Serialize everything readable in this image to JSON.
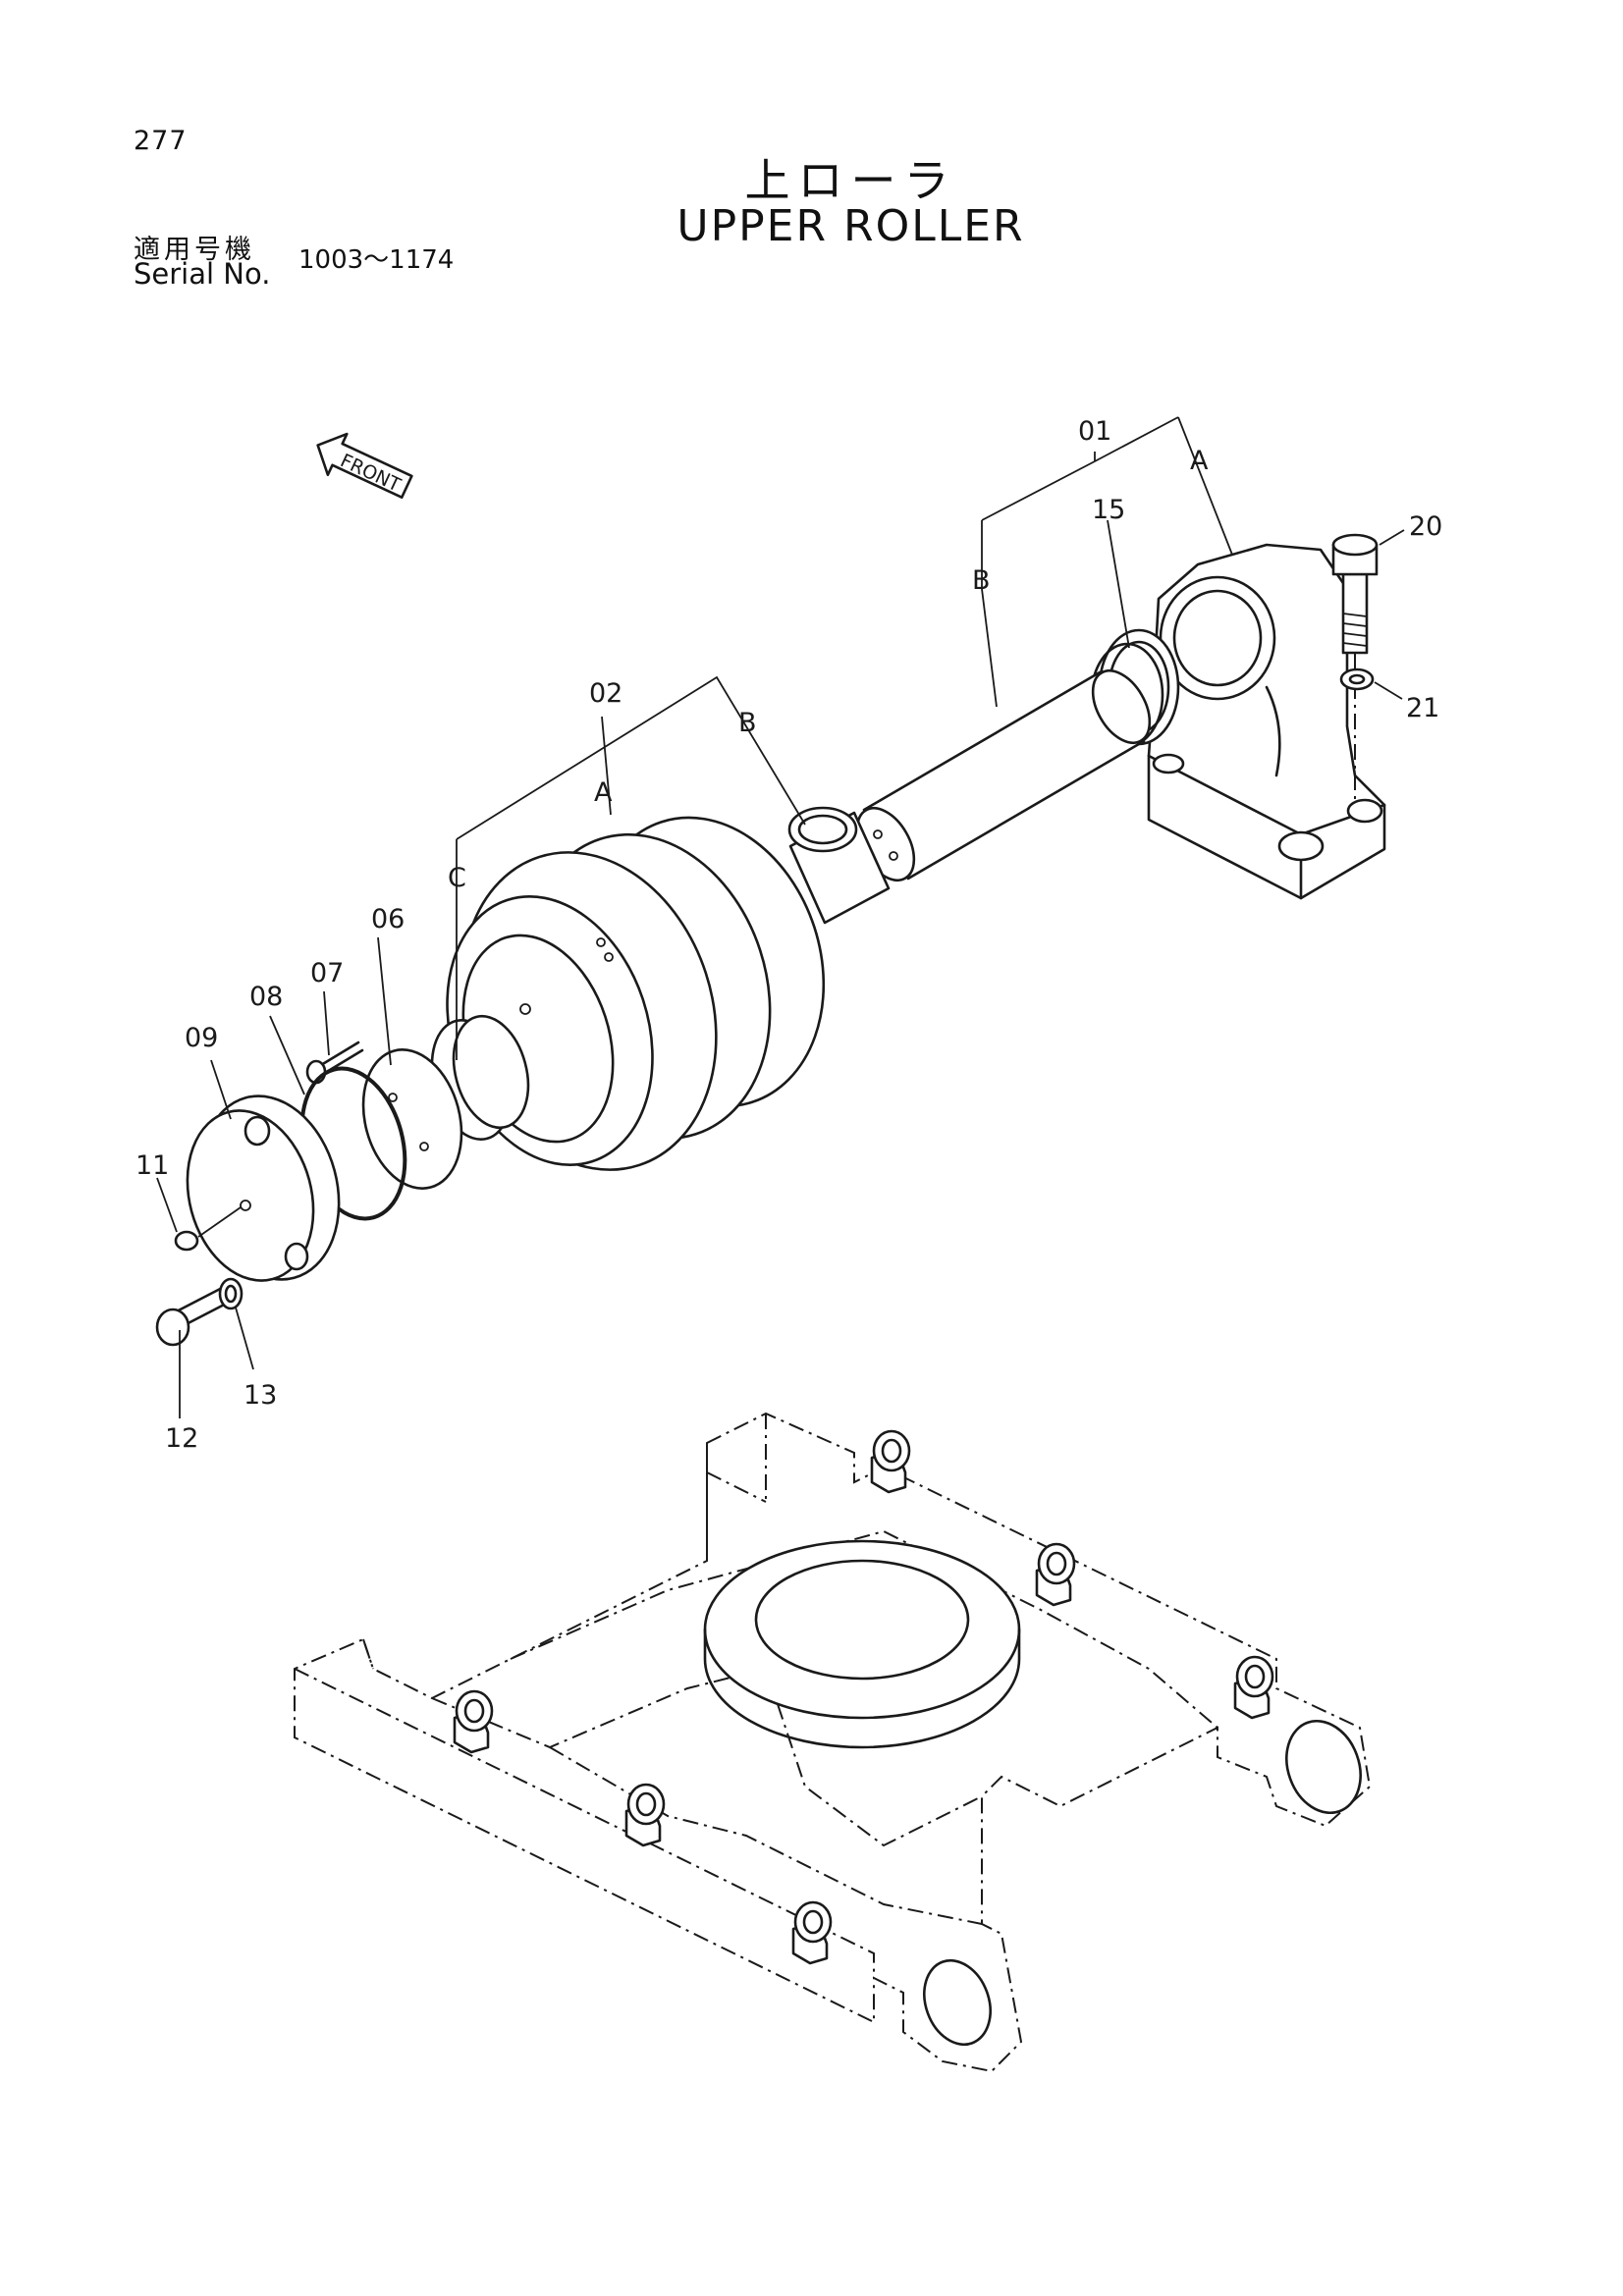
{
  "header": {
    "page_number": "277",
    "title_jp": "上ローラ",
    "title_en": "UPPER ROLLER",
    "serial_label_jp": "適用号機",
    "serial_label_en": "Serial No.",
    "serial_range": "1003～1174"
  },
  "diagram": {
    "front_arrow_text": "FRONT",
    "part_labels": [
      "01",
      "02",
      "06",
      "07",
      "08",
      "09",
      "11",
      "12",
      "13",
      "15",
      "20",
      "21"
    ],
    "sub_labels": [
      "A",
      "B",
      "A",
      "B",
      "C"
    ]
  }
}
